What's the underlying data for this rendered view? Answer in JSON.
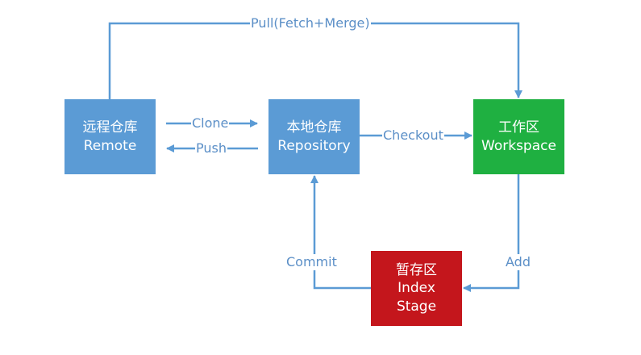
{
  "nodes": {
    "remote": {
      "title": "远程仓库",
      "subtitle": "Remote"
    },
    "repository": {
      "title": "本地仓库",
      "subtitle": "Repository"
    },
    "workspace": {
      "title": "工作区",
      "subtitle": "Workspace"
    },
    "stage": {
      "title": "暂存区",
      "line2": "Index",
      "line3": "Stage"
    }
  },
  "edges": {
    "pull": "Pull(Fetch+Merge)",
    "clone": "Clone",
    "push": "Push",
    "checkout": "Checkout",
    "commit": "Commit",
    "add": "Add"
  },
  "colors": {
    "blue_box": "#5b9bd5",
    "green_box": "#1fb041",
    "red_box": "#c4161c",
    "arrow": "#5b9bd5",
    "label_text": "#5b8fc7"
  }
}
